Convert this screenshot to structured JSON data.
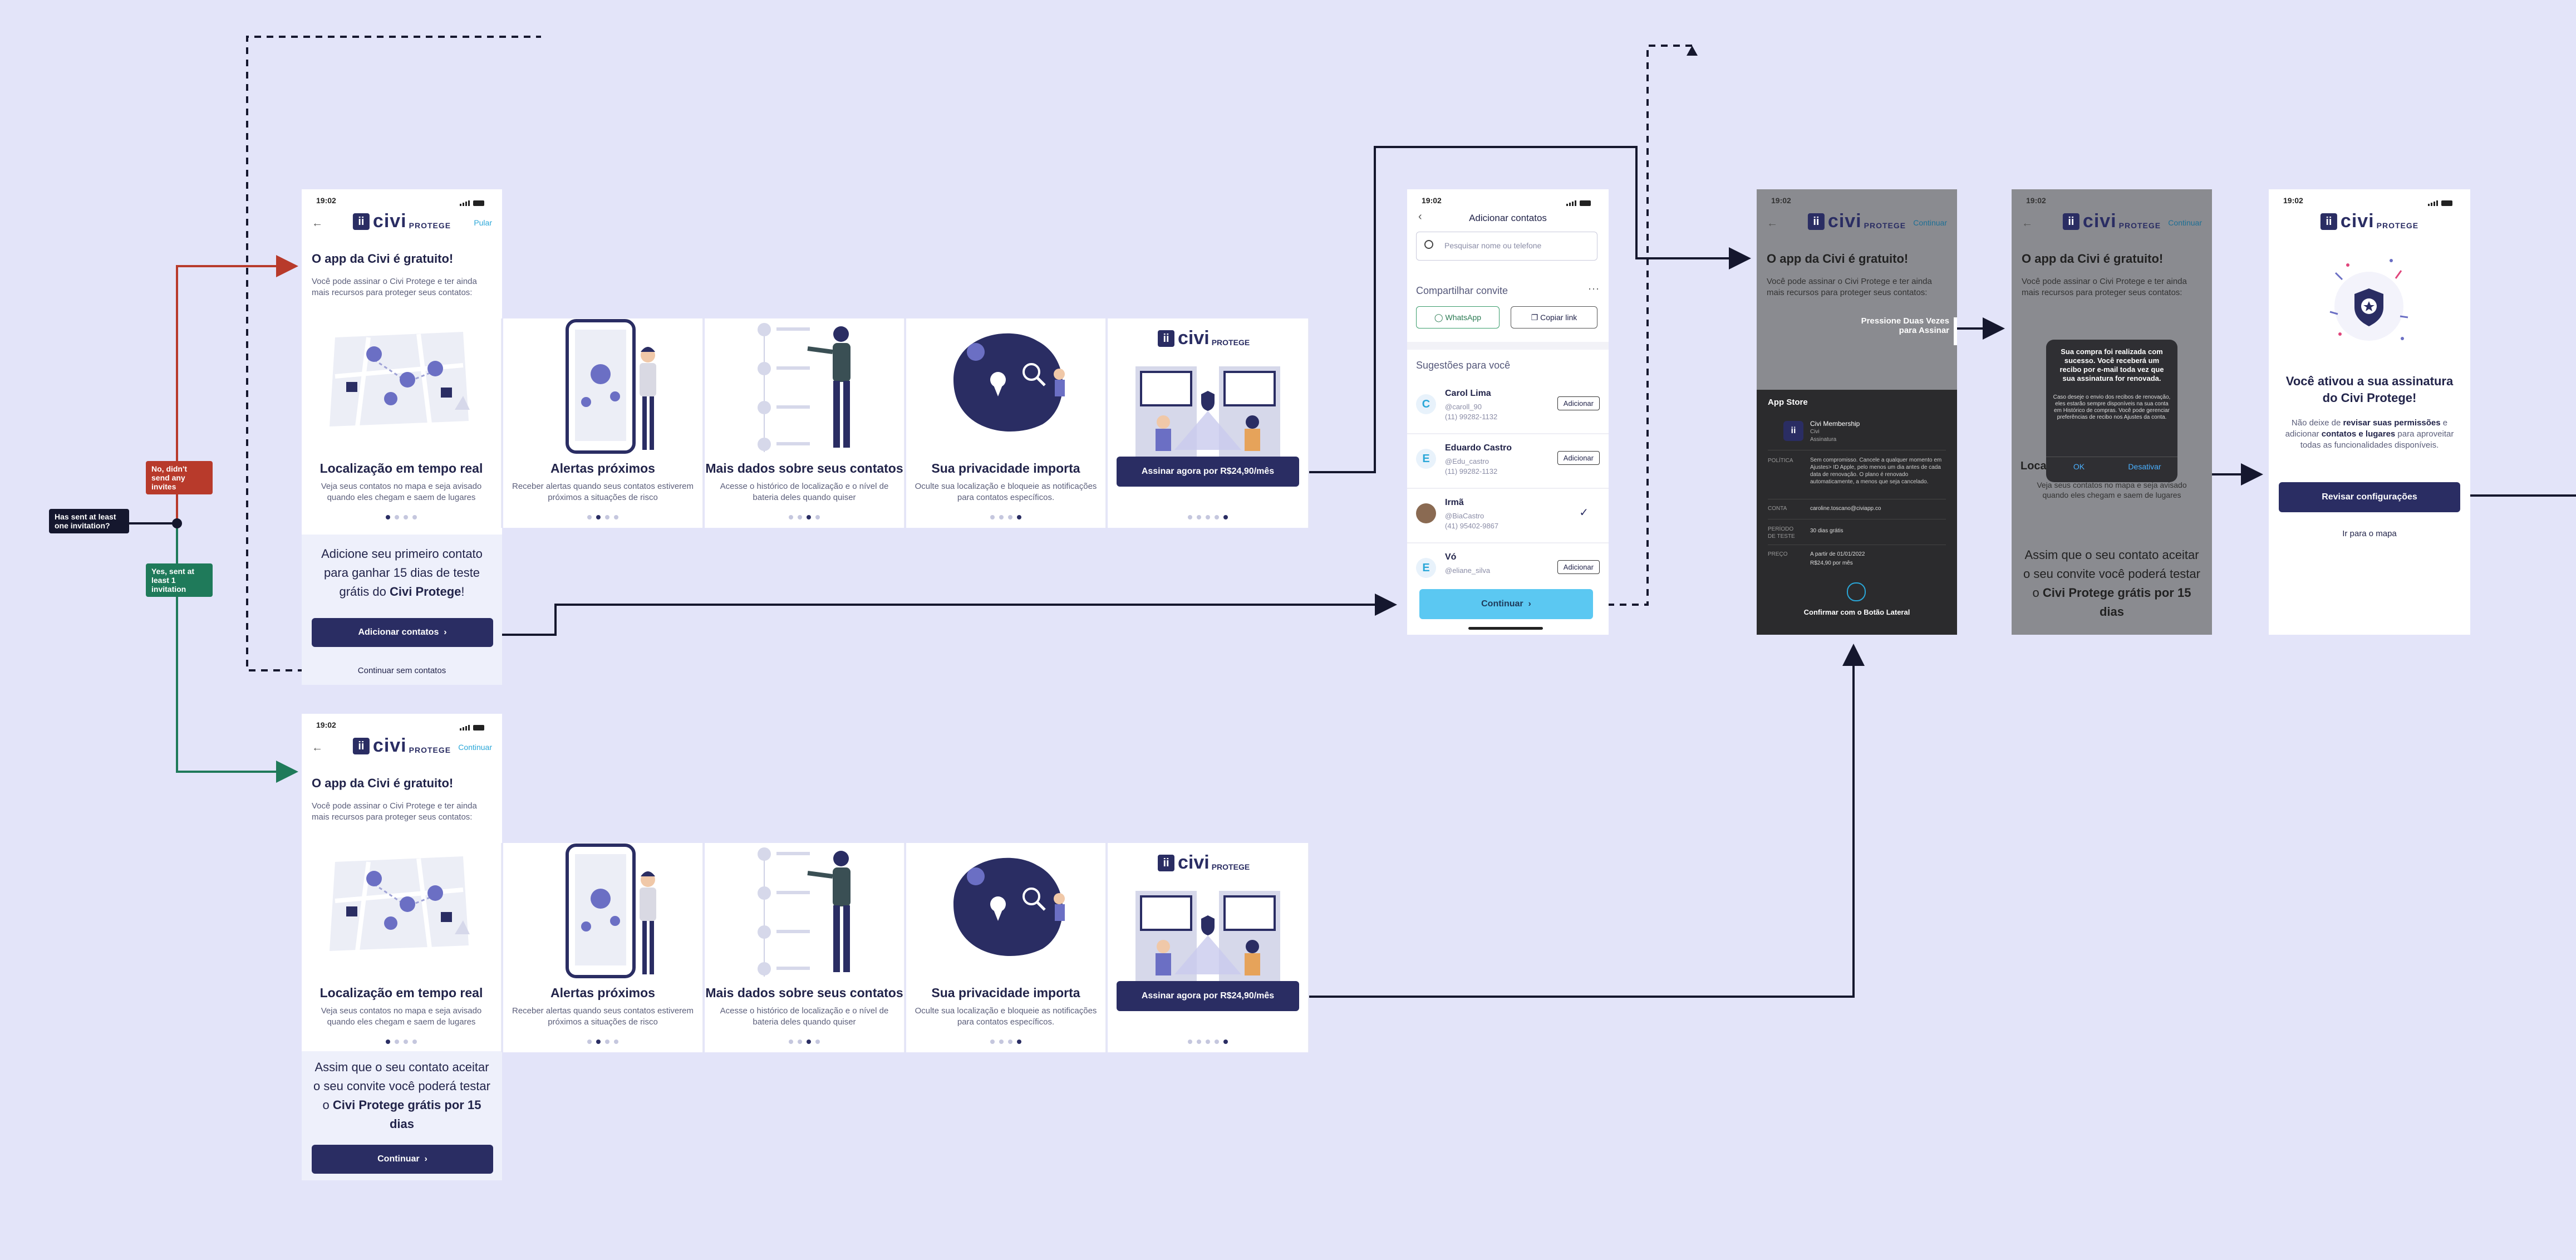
{
  "colors": {
    "background": "#e3e4f9",
    "brand": "#2a2d63",
    "accent": "#2aa7d8",
    "red": "#b83a2b",
    "green": "#1f7a5a",
    "cyan_button": "#5bc8f2"
  },
  "decision": {
    "label": "Has sent at least one invitation?",
    "no": "No, didn't send any invites",
    "yes": "Yes, sent at least 1 invitation"
  },
  "phone": {
    "time": "19:02",
    "skip": "Pular",
    "continue_link": "Continuar",
    "title": "O app da Civi é gratuito!",
    "intro": "Você pode assinar o Civi Protege e ter ainda mais recursos para proteger seus contatos:",
    "logo_main": "civi",
    "logo_sub": "PROTEGE"
  },
  "cards": [
    {
      "title": "Localização em tempo real",
      "desc": "Veja seus contatos no mapa e seja avisado quando eles chegam e saem de lugares"
    },
    {
      "title": "Alertas próximos",
      "desc": "Receber alertas quando seus contatos estiverem próximos a situações de risco"
    },
    {
      "title": "Mais dados sobre seus contatos",
      "desc": "Acesse o histórico de localização e o nível de bateria deles quando quiser"
    },
    {
      "title": "Sua privacidade importa",
      "desc": "Oculte sua localização e bloqueie as notificações para contatos específicos."
    },
    {
      "button": "Assinar agora por R$24,90/mês"
    }
  ],
  "flow_top": {
    "msg_a": "Adicione seu primeiro contato para ganhar 15 dias de teste grátis do ",
    "msg_b": "Civi Protege",
    "msg_c": "!",
    "add_button": "Adicionar contatos",
    "skip_link": "Continuar sem contatos"
  },
  "flow_bottom": {
    "msg_a": "Assim que o seu contato aceitar o seu convite você poderá testar o ",
    "msg_b": "Civi Protege grátis por 15 dias",
    "continue_button": "Continuar"
  },
  "contacts_screen": {
    "title": "Adicionar contatos",
    "search_placeholder": "Pesquisar nome ou telefone",
    "share_label": "Compartilhar convite",
    "whatsapp": "WhatsApp",
    "copy_link": "Copiar link",
    "suggestions": "Sugestões para você",
    "add_label": "Adicionar",
    "continue": "Continuar",
    "contacts": [
      {
        "initial": "C",
        "name": "Carol Lima",
        "handle": "@caroll_90",
        "phone": "(11) 99282-1132",
        "state": "add"
      },
      {
        "initial": "E",
        "name": "Eduardo Castro",
        "handle": "@Edu_castro",
        "phone": "(11) 99282-1132",
        "state": "add"
      },
      {
        "initial": "",
        "name": "Irmã",
        "handle": "@BiaCastro",
        "phone": "(41) 95402-9867",
        "state": "added"
      },
      {
        "initial": "E",
        "name": "Vó",
        "handle": "@eliane_silva",
        "phone": "",
        "state": "add"
      }
    ]
  },
  "appstore_screen": {
    "hint": "Pressione Duas Vezes para Assinar",
    "store": "App Store",
    "product": "Civi Membership",
    "product_sub1": "Civi",
    "product_sub2": "Assinatura",
    "policy_label": "POLÍTICA",
    "policy_text": "Sem compromisso. Cancele a qualquer momento em Ajustes> ID Apple, pelo menos um dia antes de cada data de renovação. O plano é renovado automaticamente, a menos que seja cancelado.",
    "account_label": "CONTA",
    "account_value": "caroline.toscano@civiapp.co",
    "trial_label": "PERÍODO DE TESTE",
    "trial_value": "30 dias grátis",
    "price_label": "PREÇO",
    "price_value1": "A partir de 01/01/2022",
    "price_value2": "R$24,90 por mês",
    "confirm": "Confirmar com o Botão Lateral"
  },
  "alert_screen": {
    "title": "Sua compra foi realizada com sucesso. Você receberá um recibo por e-mail toda vez que sua assinatura for renovada.",
    "body": "Caso deseje o envio dos recibos de renovação, eles estarão sempre disponíveis na sua conta em Histórico de compras. Você pode gerenciar preferências de recibo nos Ajustes da conta.",
    "ok": "OK",
    "disable": "Desativar"
  },
  "success_screen": {
    "title": "Você ativou a sua assinatura do Civi Protege!",
    "desc_a": "Não deixe de ",
    "desc_b": "revisar suas permissões",
    "desc_c": " e adicionar ",
    "desc_d": "contatos e lugares",
    "desc_e": " para aproveitar todas as funcionalidades disponíveis.",
    "review": "Revisar configurações",
    "map_link": "Ir para o mapa"
  }
}
